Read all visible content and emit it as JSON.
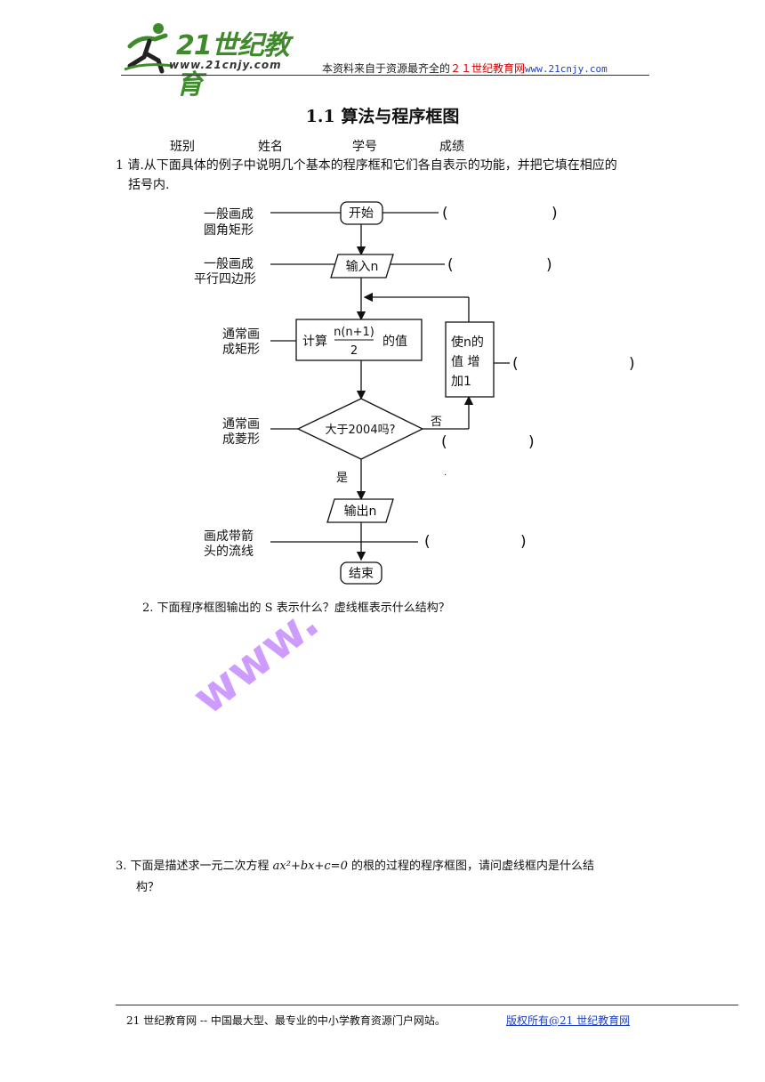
{
  "header": {
    "logo_name": "21世纪教育",
    "logo_url": "www.21cnjy.com",
    "note_prefix": "本资料来自于资源最齐全的",
    "note_brand": "２１世纪教育网",
    "note_url": "www.21cnjy.com"
  },
  "title": "1.1  算法与程序框图",
  "fields": [
    "班别",
    "姓名",
    "学号",
    "成绩"
  ],
  "q1": {
    "line1": "1 请.从下面具体的例子中说明几个基本的程序框和它们各自表示的功能，并把它填在相应的",
    "line2": "括号内."
  },
  "flowchart": {
    "labels": {
      "start_desc": [
        "一般画成",
        "圆角矩形"
      ],
      "io_desc": [
        "一般画成",
        "平行四边形"
      ],
      "process_desc": [
        "通常画",
        "成矩形"
      ],
      "decision_desc": [
        "通常画",
        "成菱形"
      ],
      "flowline_desc": [
        "画成带箭",
        "头的流线"
      ]
    },
    "boxes": {
      "start": "开始",
      "input": "输入n",
      "compute_prefix": "计算",
      "compute_num": "n(n+1)",
      "compute_den": "2",
      "compute_suffix": "的值",
      "decision": "大于2004吗?",
      "no": "否",
      "yes": "是",
      "loop": [
        "使n的",
        "值 增",
        "加1"
      ],
      "output": "输出n",
      "end": "结束"
    },
    "bracket_open": "(",
    "bracket_close": ")",
    "dot": "."
  },
  "q2": "2.  下面程序框图输出的 S 表示什么？虚线框表示什么结构？",
  "q3": {
    "prefix": "3.  下面是描述求一元二次方程 ",
    "equation": "ax²+bx+c=0",
    "suffix": " 的根的过程的程序框图，请问虚线框内是什么结",
    "line2": "构？"
  },
  "watermark": "www.",
  "footer": {
    "left": "21 世纪教育网  --  中国最大型、最专业的中小学教育资源门户网站。",
    "right": "版权所有@21 世纪教育网"
  }
}
